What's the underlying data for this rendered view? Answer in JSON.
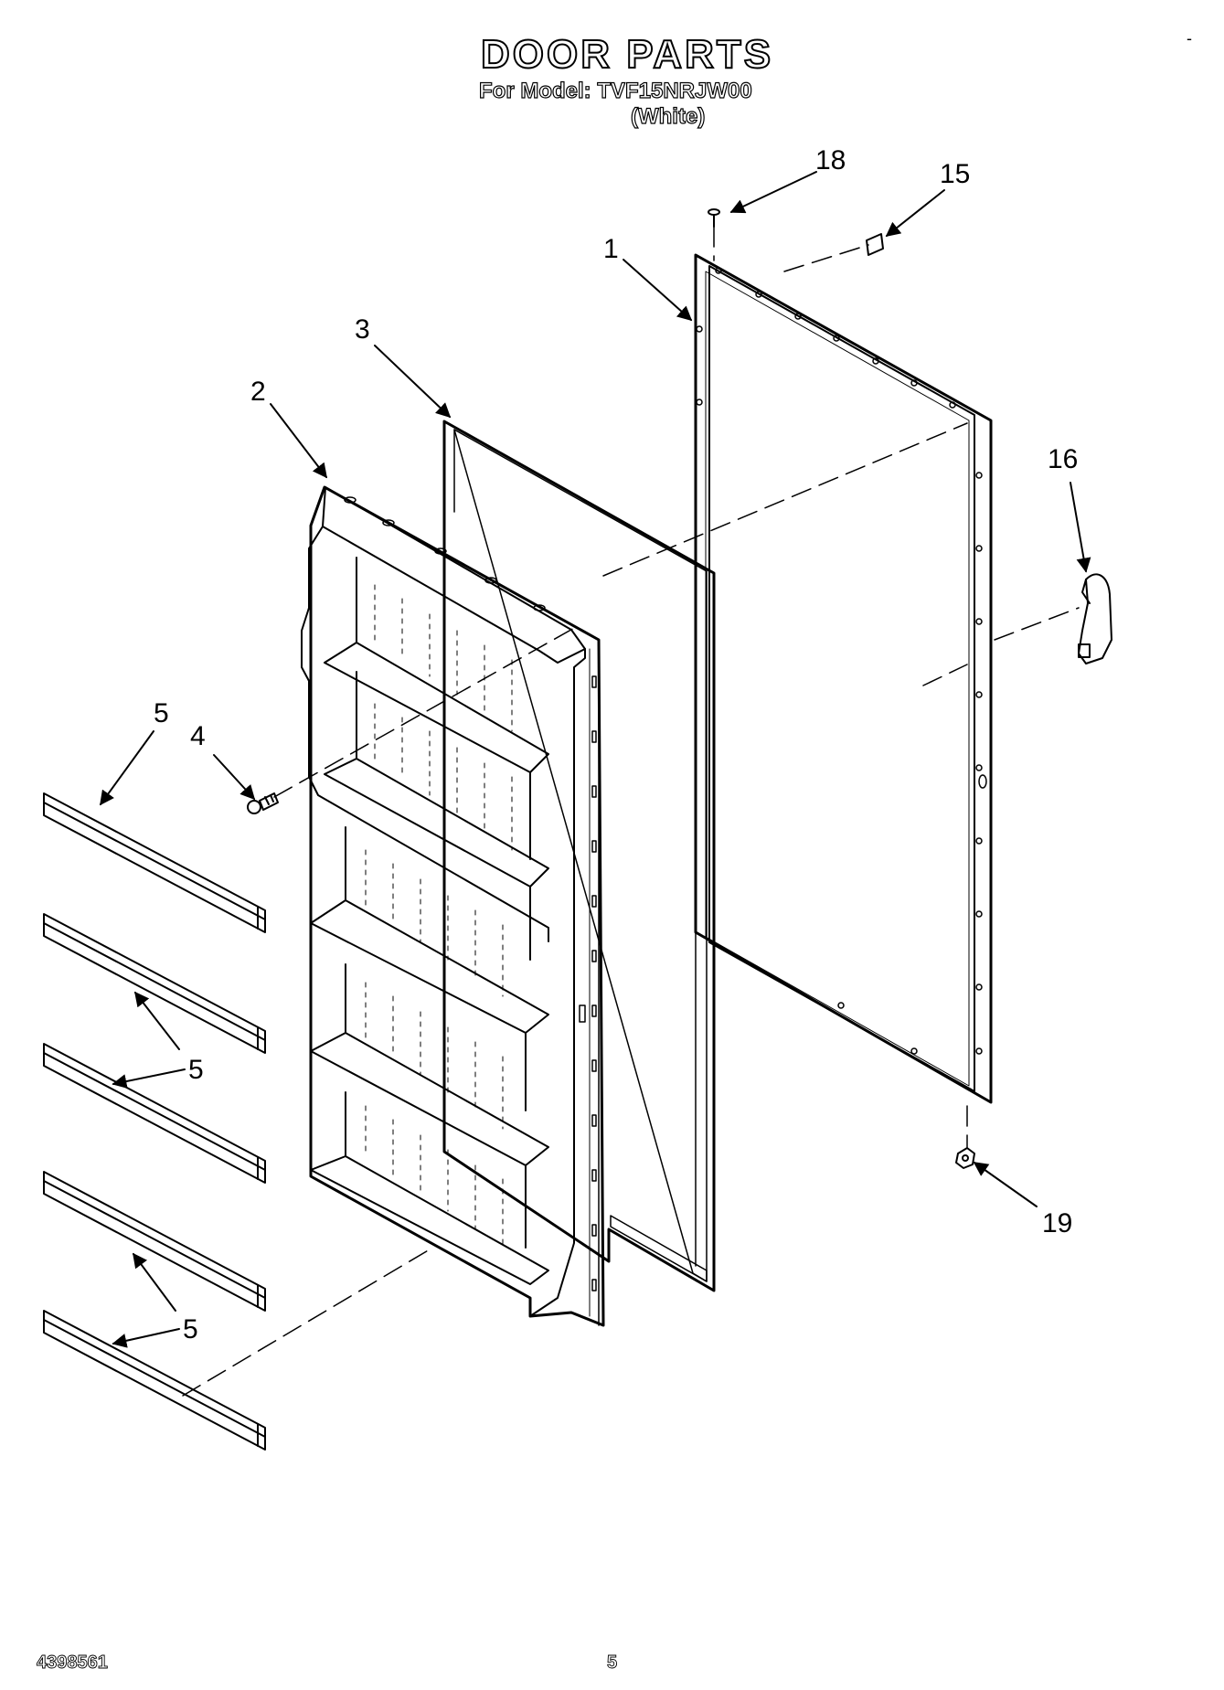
{
  "header": {
    "title": "DOOR PARTS",
    "model": "For Model: TVF15NRJW00",
    "color": "(White)",
    "corner_mark": "-"
  },
  "callouts": {
    "c1": "1",
    "c2": "2",
    "c3": "3",
    "c4": "4",
    "c5a": "5",
    "c5b": "5",
    "c5c": "5",
    "c5d": "5",
    "c15": "15",
    "c16": "16",
    "c18": "18",
    "c19": "19"
  },
  "footer": {
    "doc_number": "4398561",
    "page_number": "5"
  }
}
